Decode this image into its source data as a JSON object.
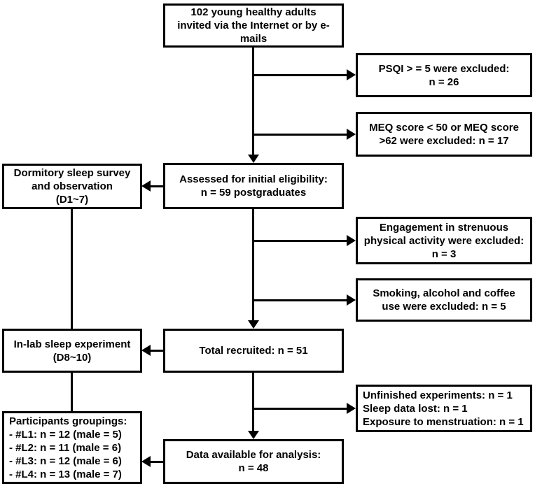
{
  "colors": {
    "line": "#000000",
    "text": "#000000",
    "background": "#ffffff"
  },
  "boxes": {
    "invited": {
      "lines": [
        "102 young healthy adults",
        "invited via the Internet or by e-",
        "mails"
      ]
    },
    "psqi_excluded": {
      "lines": [
        "PSQI > = 5 were excluded:",
        "n = 26"
      ]
    },
    "meq_excluded": {
      "lines": [
        "MEQ score < 50 or MEQ score",
        ">62 were excluded: n = 17"
      ]
    },
    "assessed": {
      "lines": [
        "Assessed for initial eligibility:",
        "n = 59 postgraduates"
      ]
    },
    "dormitory": {
      "lines": [
        "Dormitory sleep survey",
        "and observation",
        "(D1~7)"
      ]
    },
    "strenuous_excluded": {
      "lines": [
        "Engagement in strenuous",
        "physical activity were excluded:",
        "n = 3"
      ]
    },
    "smoking_excluded": {
      "lines": [
        "Smoking, alcohol and coffee",
        "use were excluded: n = 5"
      ]
    },
    "total_recruited": {
      "lines": [
        "Total recruited: n = 51"
      ]
    },
    "inlab": {
      "lines": [
        "In-lab sleep experiment",
        "(D8~10)"
      ]
    },
    "unfinished_excluded": {
      "lines": [
        "Unfinished experiments: n = 1",
        "Sleep data lost: n = 1",
        "Exposure to menstruation: n = 1"
      ]
    },
    "data_available": {
      "lines": [
        "Data available for analysis:",
        "n = 48"
      ]
    },
    "groupings": {
      "lines": [
        "Participants groupings:",
        "- #L1: n = 12 (male = 5)",
        "- #L2: n = 11 (male = 6)",
        "- #L3: n = 12 (male = 6)",
        "- #L4: n = 13 (male = 7)"
      ]
    }
  }
}
